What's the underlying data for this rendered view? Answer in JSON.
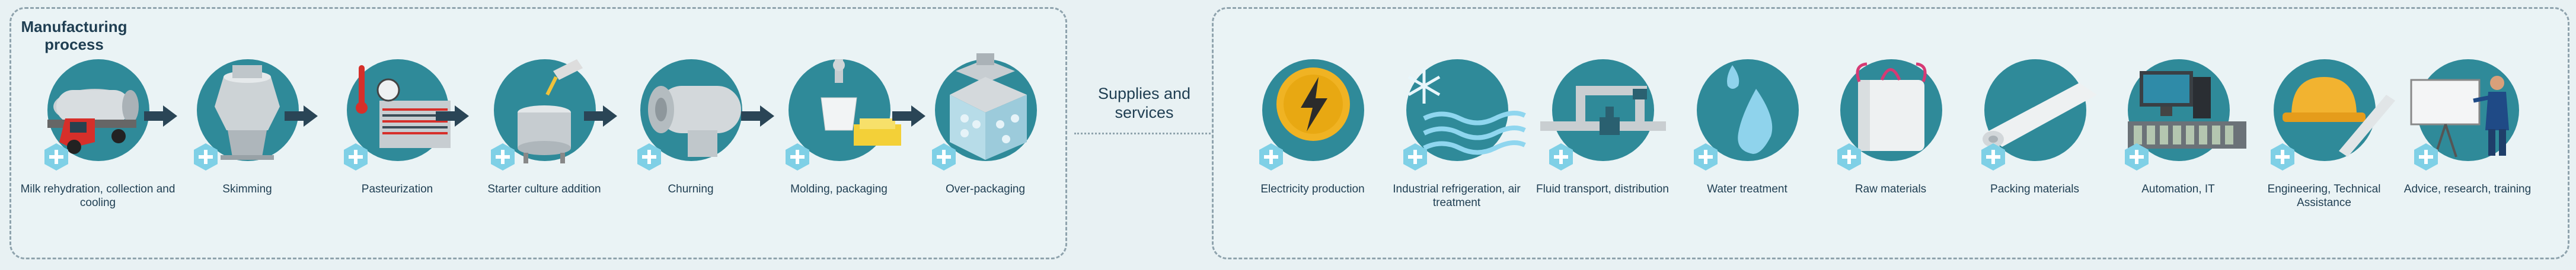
{
  "manufacturing": {
    "title": "Manufacturing process",
    "steps": [
      {
        "label": "Milk rehydration, collection and cooling",
        "icon": "milk-tanker-truck-icon"
      },
      {
        "label": "Skimming",
        "icon": "separator-centrifuge-icon"
      },
      {
        "label": "Pasteurization",
        "icon": "pasteurizer-thermometer-icon"
      },
      {
        "label": "Starter culture addition",
        "icon": "culture-tank-icon"
      },
      {
        "label": "Churning",
        "icon": "butter-churn-icon"
      },
      {
        "label": "Molding, packaging",
        "icon": "butter-mold-icon"
      },
      {
        "label": "Over-packaging",
        "icon": "pallet-packaging-icon"
      }
    ]
  },
  "supplies": {
    "title": "Supplies and services",
    "items": [
      {
        "label": "Electricity production",
        "icon": "lightning-bolt-icon"
      },
      {
        "label": "Industrial refrigeration, air treatment",
        "icon": "snowflake-air-icon"
      },
      {
        "label": "Fluid transport, distribution",
        "icon": "pipes-valve-icon"
      },
      {
        "label": "Water treatment",
        "icon": "water-drops-icon"
      },
      {
        "label": "Raw materials",
        "icon": "big-bag-icon"
      },
      {
        "label": "Packing materials",
        "icon": "film-roll-icon"
      },
      {
        "label": "Automation, IT",
        "icon": "computer-automation-icon"
      },
      {
        "label": "Engineering, Technical Assistance",
        "icon": "hard-hat-icon"
      },
      {
        "label": "Advice, research, training",
        "icon": "presenter-board-icon"
      }
    ]
  },
  "colors": {
    "circle": "#2f8a99",
    "plus": "#7fd0e6",
    "text": "#1f3e52",
    "arrow": "#2a4556"
  }
}
